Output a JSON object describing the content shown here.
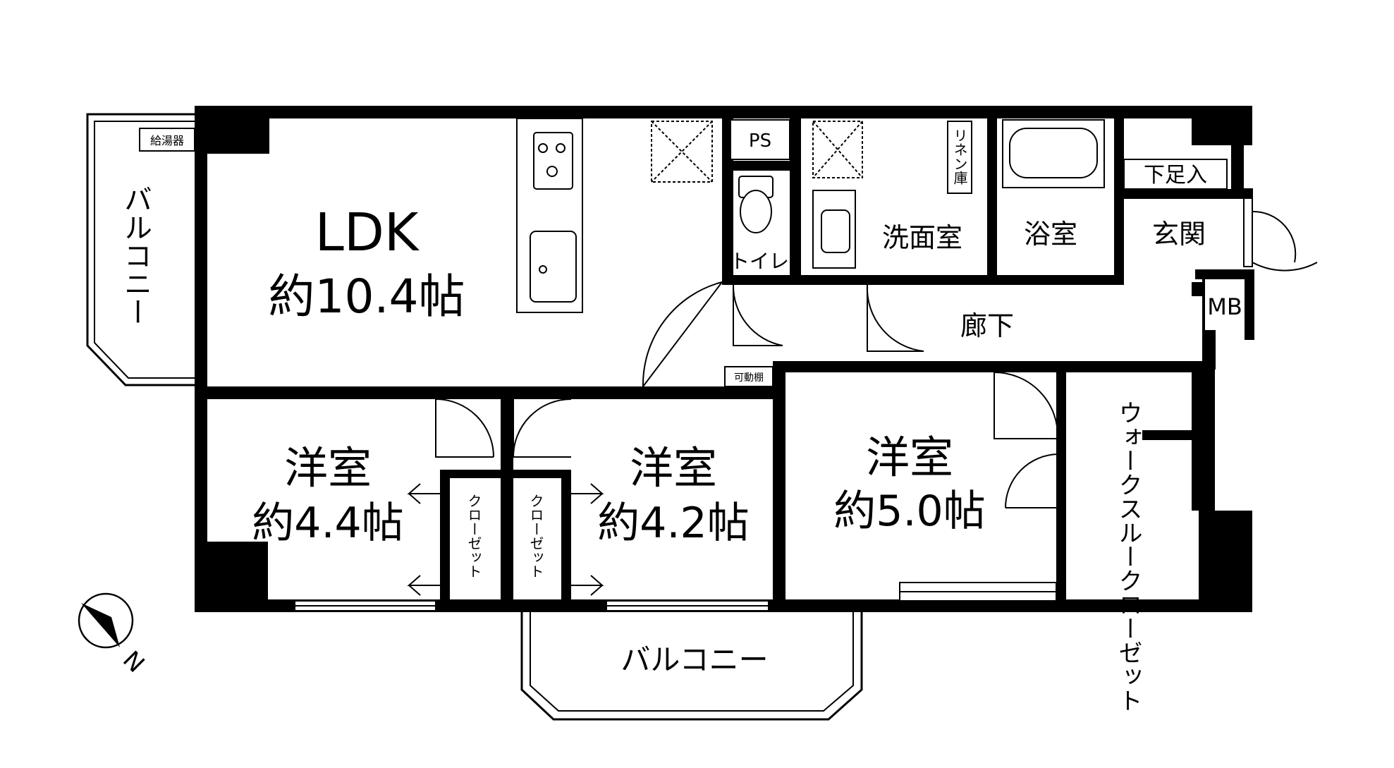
{
  "rooms": {
    "ldk": {
      "name": "LDK",
      "size": "約10.4帖"
    },
    "room_a": {
      "name": "洋室",
      "size": "約4.4帖"
    },
    "room_b": {
      "name": "洋室",
      "size": "約4.2帖"
    },
    "room_c": {
      "name": "洋室",
      "size": "約5.0帖"
    },
    "washroom": "洗面室",
    "bath": "浴室",
    "toilet": "トイレ",
    "entrance": "玄関",
    "hallway": "廊下",
    "shoe_box": "下足入",
    "linen": "リネン庫",
    "ps": "PS",
    "mb": "MB",
    "walk_through_closet": "ウォークスルークローゼット",
    "closet": "クローゼット",
    "shelf": "可動棚",
    "water_heater": "給湯器",
    "balcony": "バルコニー"
  },
  "compass": {
    "direction": "N"
  },
  "colors": {
    "wall": "#000000",
    "background": "#ffffff"
  }
}
